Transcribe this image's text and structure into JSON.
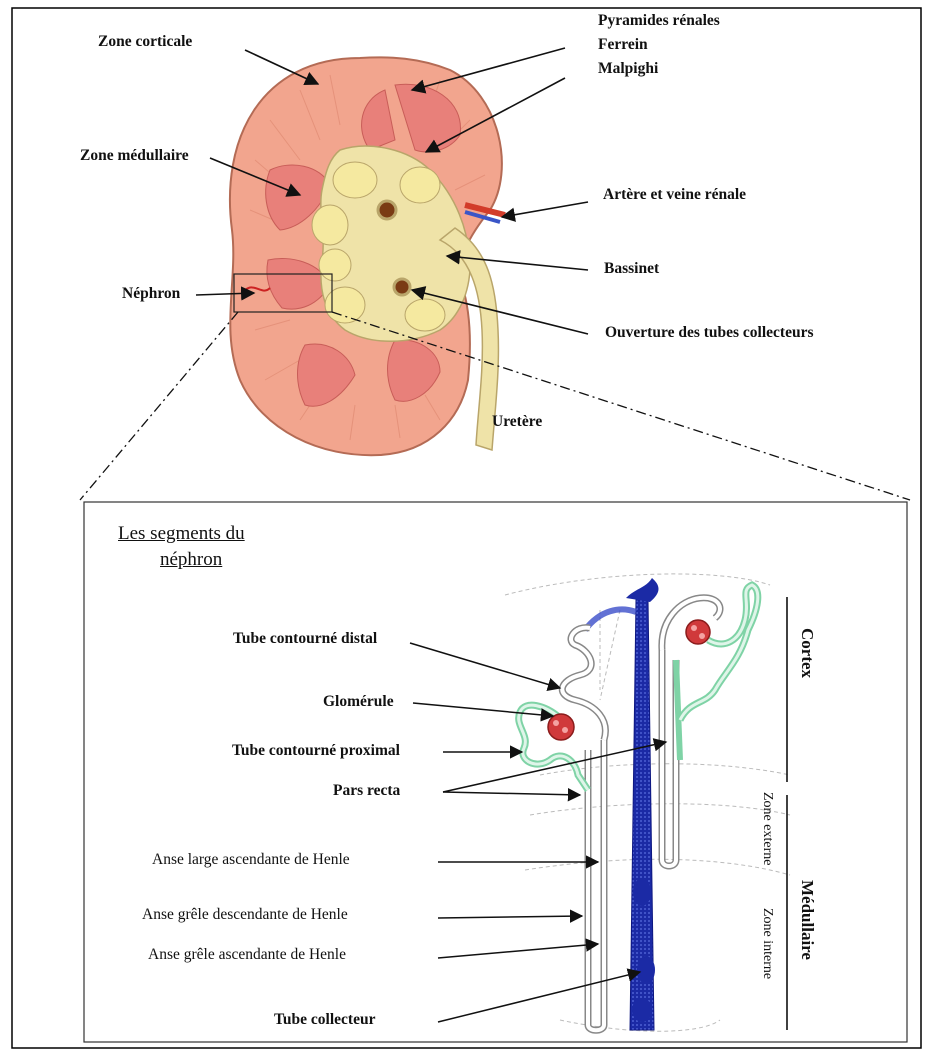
{
  "kidney": {
    "labels": {
      "zone_corticale": "Zone corticale",
      "pyramides": "Pyramides rénales",
      "ferrein": "Ferrein",
      "malpighi": "Malpighi",
      "zone_medullaire": "Zone médullaire",
      "artere_veine": "Artère et veine rénale",
      "bassinet": "Bassinet",
      "nephron": "Néphron",
      "ouverture": "Ouverture des tubes collecteurs",
      "uretere": "Uretère"
    }
  },
  "nephron_panel": {
    "title_line1": "Les segments du",
    "title_line2": "néphron",
    "labels": {
      "tube_distal": "Tube contourné distal",
      "glomerule": "Glomérule",
      "tube_proximal": "Tube contourné proximal",
      "pars_recta": "Pars recta",
      "anse_large": "Anse large ascendante de Henle",
      "anse_grele_desc": "Anse grêle descendante de Henle",
      "anse_grele_asc": "Anse grêle ascendante de Henle",
      "tube_collecteur": "Tube collecteur"
    },
    "regions": {
      "cortex": "Cortex",
      "medullaire": "Médullaire",
      "zone_externe": "Zone externe",
      "zone_interne": "Zone interne"
    }
  },
  "colors": {
    "cortex": "#f2a58e",
    "pyramid": "#e8807a",
    "pelvis": "#efe3a8",
    "collecting_duct": "#1f2fae",
    "glomerulus": "#d0393b",
    "proximal": "#7fd3a6"
  }
}
